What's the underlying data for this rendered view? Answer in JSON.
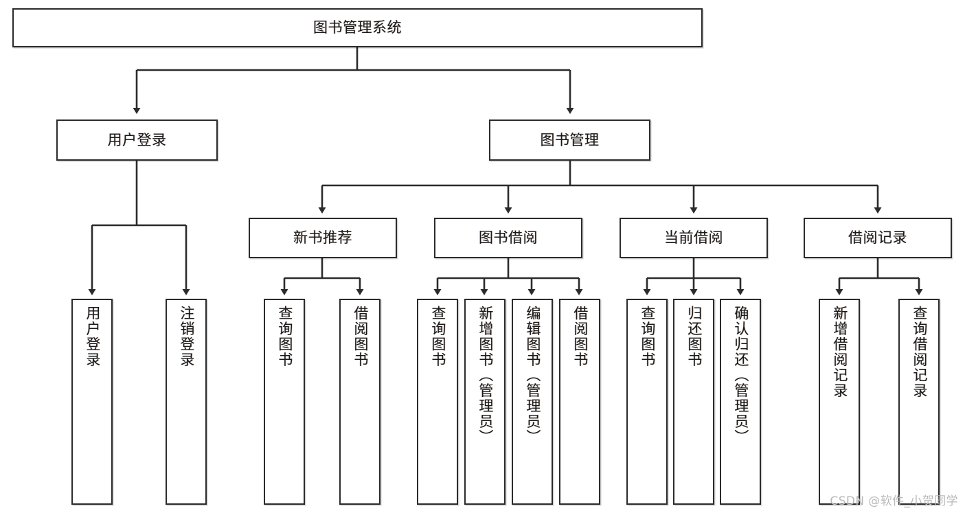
{
  "diagram": {
    "title": "图书管理系统",
    "watermark": "CSDN @软件_小贺同学",
    "colors": {
      "box_border": "#2b2b2b",
      "box_fill": "#ffffff",
      "edge": "#2b2b2b",
      "text": "#1a1a1a",
      "watermark": "#b9b9b9",
      "background": "#ffffff"
    },
    "nodes": {
      "root": {
        "label": "图书管理系统"
      },
      "level2": [
        {
          "label": "用户登录"
        },
        {
          "label": "图书管理"
        }
      ],
      "level3": [
        {
          "label": "新书推荐"
        },
        {
          "label": "图书借阅"
        },
        {
          "label": "当前借阅"
        },
        {
          "label": "借阅记录"
        }
      ],
      "leaves": {
        "user_login": [
          {
            "label": "用户登录"
          },
          {
            "label": "注销登录"
          }
        ],
        "new_book": [
          {
            "label": "查询图书"
          },
          {
            "label": "借阅图书"
          }
        ],
        "borrow_book": [
          {
            "label": "查询图书"
          },
          {
            "label": "新增图书（管理员）"
          },
          {
            "label": "编辑图书（管理员）"
          },
          {
            "label": "借阅图书"
          }
        ],
        "current_borrow": [
          {
            "label": "查询图书"
          },
          {
            "label": "归还图书"
          },
          {
            "label": "确认归还（管理员）"
          }
        ],
        "borrow_record": [
          {
            "label": "新增借阅记录"
          },
          {
            "label": "查询借阅记录"
          }
        ]
      }
    }
  }
}
